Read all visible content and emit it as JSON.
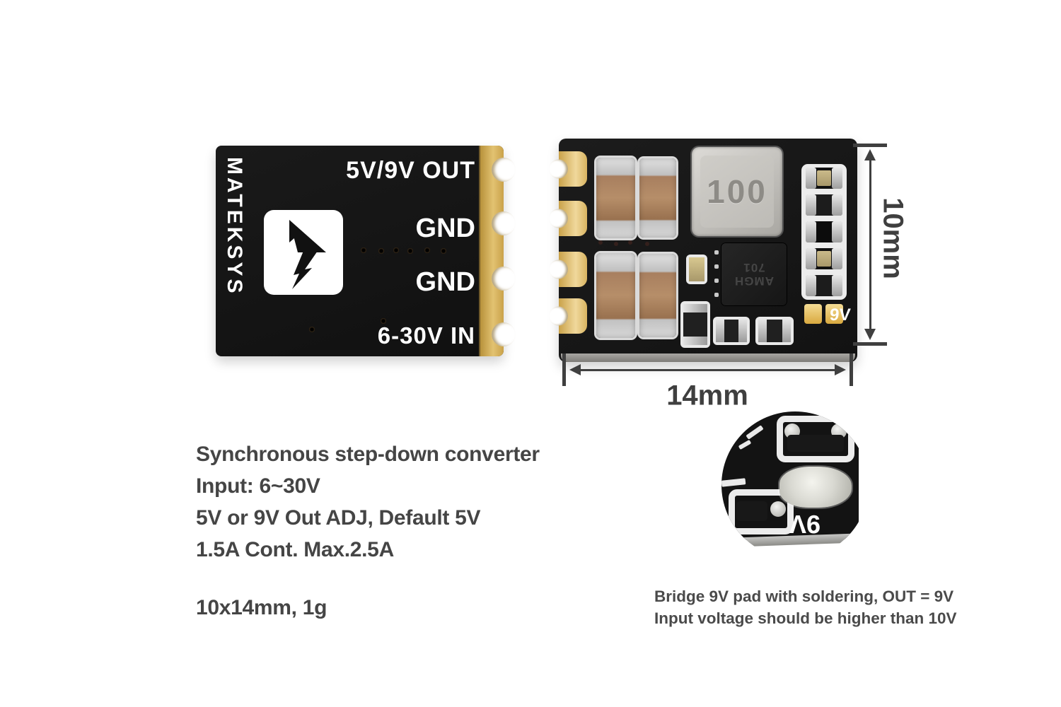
{
  "product": {
    "left_board": {
      "brand": "MATEKSYS",
      "label_out": "5V/9V OUT",
      "label_gnd1": "GND",
      "label_gnd2": "GND",
      "label_in": "6-30V IN"
    },
    "right_board": {
      "inductor_marking": "100",
      "ic_marking_line1": "AMGH",
      "ic_marking_line2": "701",
      "pad_label_9v": "9V"
    }
  },
  "dimensions": {
    "height": "10mm",
    "width": "14mm"
  },
  "specs": {
    "lines": [
      "Synchronous step-down converter",
      "Input: 6~30V",
      "5V or 9V Out ADJ, Default 5V",
      "1.5A Cont. Max.2.5A",
      "10x14mm, 1g"
    ]
  },
  "inset": {
    "pad_label": "9V"
  },
  "caption": {
    "line1": "Bridge 9V pad with soldering, OUT = 9V",
    "line2": "Input voltage should be higher than 10V"
  },
  "colors": {
    "background": "#ffffff",
    "pcb_black": "#151515",
    "gold_pad": "#d9b45c",
    "silkscreen_white": "#ffffff",
    "capacitor_tan": "#a87f5f",
    "inductor_silver": "#c9c7c2",
    "annotation_gray": "#3f3f3f",
    "spec_text_gray": "#474747"
  }
}
